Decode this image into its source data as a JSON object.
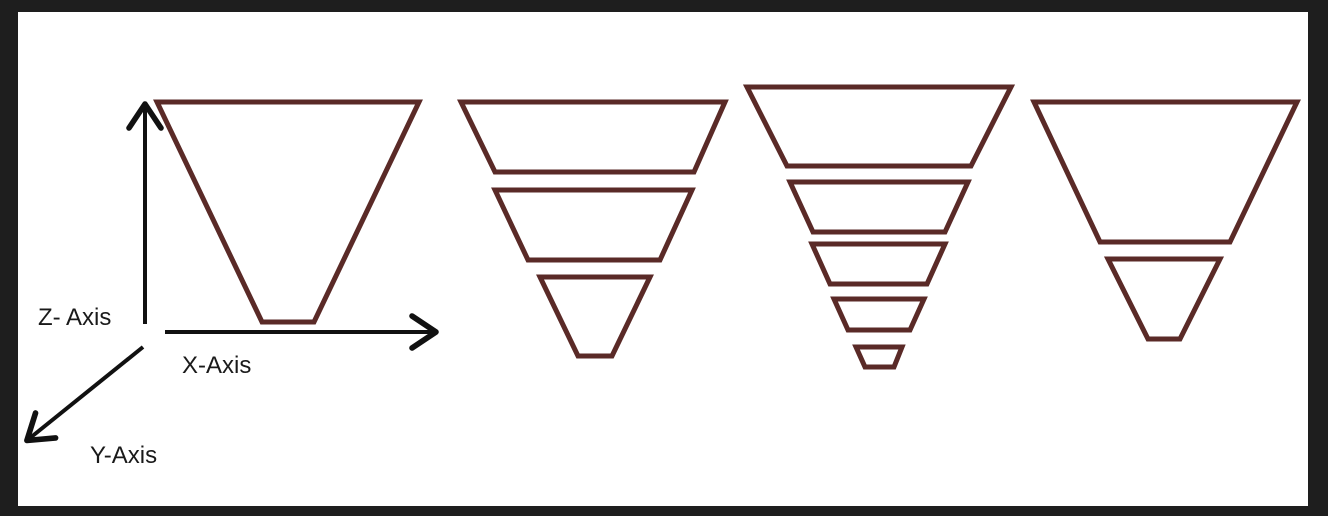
{
  "axes": {
    "z_label": "Z- Axis",
    "x_label": "X-Axis",
    "y_label": "Y-Axis"
  },
  "colors": {
    "outline": "#5a2a27",
    "axis": "#111111",
    "background": "#ffffff",
    "border": "#1e1e1e"
  },
  "funnels": [
    {
      "name": "funnel-single",
      "segments": 1
    },
    {
      "name": "funnel-three",
      "segments": 3
    },
    {
      "name": "funnel-five",
      "segments": 5
    },
    {
      "name": "funnel-two",
      "segments": 2
    }
  ]
}
